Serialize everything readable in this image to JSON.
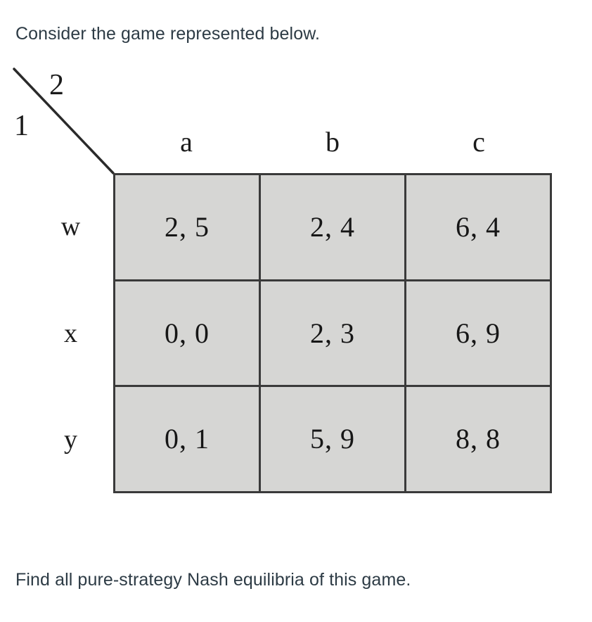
{
  "intro_text": "Consider the game represented below.",
  "question_text": "Find all pure-strategy Nash equilibria of this game.",
  "matrix": {
    "corner": {
      "row_player_label": "1",
      "col_player_label": "2",
      "divider": "diagonal-line"
    },
    "column_headers": [
      "a",
      "b",
      "c"
    ],
    "row_headers": [
      "w",
      "x",
      "y"
    ],
    "rows": [
      {
        "label": "w",
        "cells": [
          "2, 5",
          "2, 4",
          "6, 4"
        ]
      },
      {
        "label": "x",
        "cells": [
          "0, 0",
          "2, 3",
          "6, 9"
        ]
      },
      {
        "label": "y",
        "cells": [
          "0, 1",
          "5, 9",
          "8, 8"
        ]
      }
    ],
    "colors": {
      "cell_fill": "#d6d6d4",
      "grid_line": "#3a3a3a",
      "cell_text": "#161616",
      "prose_text": "#2d3b45",
      "page_background": "#ffffff"
    }
  }
}
